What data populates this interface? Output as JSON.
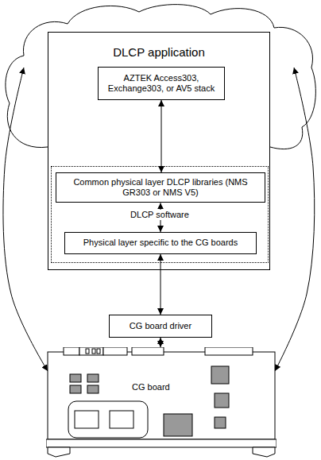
{
  "diagram": {
    "nodes": [
      {
        "text": [
          "DLCP application"
        ]
      },
      {
        "text": [
          "AZTEK Access303, Exchange303, or AV5 stack"
        ],
        "in": 0
      },
      {
        "text": [
          "DLCP software"
        ],
        "in": 0
      },
      {
        "text": [
          "Common physical layer DLCP libraries (NMS GR303 or NMS V5)"
        ],
        "in": 2
      },
      {
        "text": [
          "Physical layer specific to the CG boards"
        ],
        "in": 2
      },
      {
        "text": [
          "CG board driver"
        ]
      },
      {
        "text": [
          "CG board"
        ]
      }
    ],
    "edges": [
      {
        "from": 1,
        "to": 3,
        "arrow": "both"
      },
      {
        "from": 3,
        "to": 4,
        "arrow": "both"
      },
      {
        "from": 4,
        "to": 5,
        "arrow": "both"
      },
      {
        "from": 5,
        "to": 6,
        "arrow": "both"
      },
      {
        "from": 0,
        "to": 6,
        "arrow": "both"
      },
      {
        "from": 0,
        "to": 6,
        "arrow": "both"
      }
    ]
  }
}
